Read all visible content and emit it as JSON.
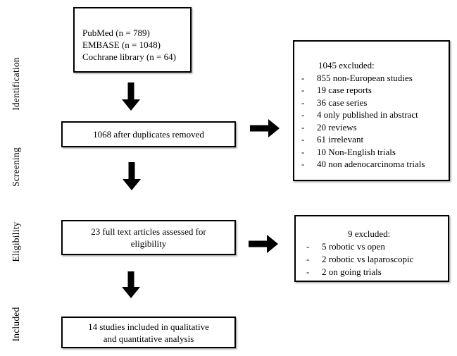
{
  "stages": [
    {
      "label": "Identification"
    },
    {
      "label": "Screening"
    },
    {
      "label": "Eligibility"
    },
    {
      "label": "Included"
    }
  ],
  "boxes": {
    "sources": {
      "lines": [
        "PubMed (n = 789)",
        "EMBASE (n = 1048)",
        "Cochrane library (n = 64)"
      ]
    },
    "duplicates": {
      "text": "1068 after duplicates removed"
    },
    "excluded1": {
      "heading": "1045 excluded:",
      "bullet": "-",
      "items": [
        "855 non-European studies",
        "19 case reports",
        "36 case series",
        "4 only published in abstract",
        "20 reviews",
        "61 irrelevant",
        "10 Non-English trials",
        "40 non adenocarcinoma trials"
      ]
    },
    "eligibility": {
      "lines": [
        "23 full text articles assessed for",
        "eligibility"
      ]
    },
    "excluded2": {
      "heading": "9 excluded:",
      "bullet": "-",
      "items": [
        "5 robotic vs open",
        "2 robotic vs laparoscopic",
        "2 on going trials"
      ]
    },
    "included": {
      "lines": [
        "14 studies included in qualitative",
        "and quantitative analysis"
      ]
    }
  },
  "colors": {
    "background": "#ffffff",
    "border": "#000000",
    "text": "#000000",
    "arrow": "#000000"
  }
}
